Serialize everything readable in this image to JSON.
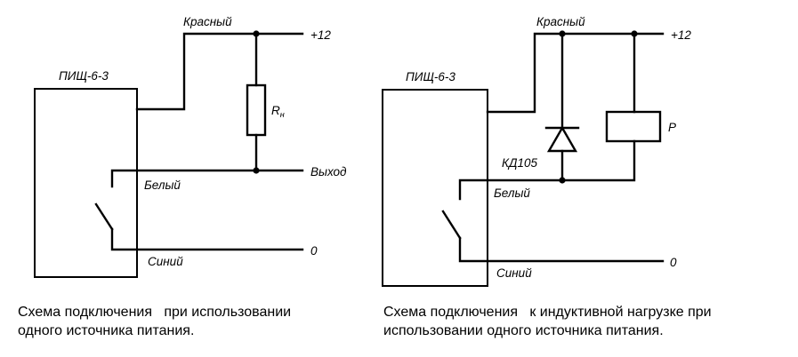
{
  "diagram_left": {
    "device_label": "ПИЩ-6-3",
    "wire_red": "Красный",
    "wire_white": "Белый",
    "wire_blue": "Синий",
    "supply_label": "+12",
    "output_label": "Выход",
    "ground_label": "0",
    "resistor_symbol": "R",
    "resistor_subscript": "н",
    "caption_line1": "Схема подключения   при использовании",
    "caption_line2": "одного источника питания."
  },
  "diagram_right": {
    "device_label": "ПИЩ-6-3",
    "wire_red": "Красный",
    "wire_white": "Белый",
    "wire_blue": "Синий",
    "supply_label": "+12",
    "ground_label": "0",
    "diode_label": "КД105",
    "relay_label": "Р",
    "caption_line1": "Схема подключения   к индуктивной нагрузке при",
    "caption_line2": "использовании одного источника питания."
  }
}
